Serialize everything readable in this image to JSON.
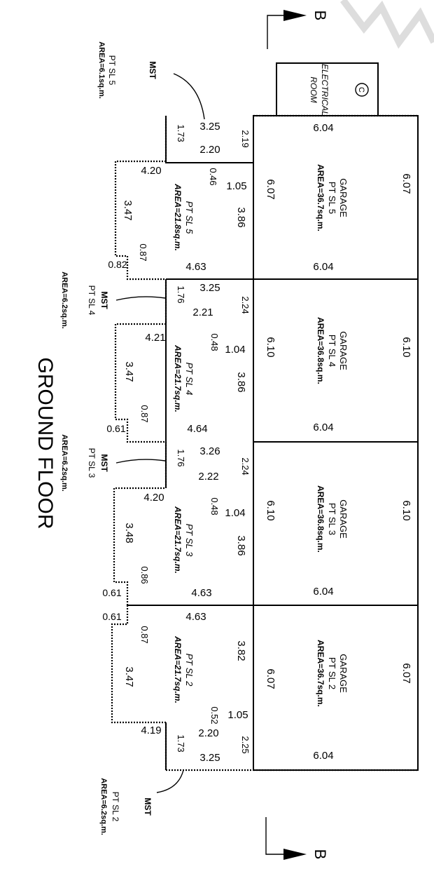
{
  "title": "GROUND FLOOR",
  "section_marker": "B",
  "electrical_room": {
    "line1": "ELECTRICAL",
    "line2": "ROOM",
    "symbol": "C"
  },
  "units": [
    {
      "id": "5",
      "garage": {
        "name": "GARAGE",
        "plot": "PT SL 5",
        "area": "AREA=36.7sq.m.",
        "dims": [
          "6.04",
          "6.07",
          "6.04",
          "6.07"
        ]
      },
      "room": {
        "plot": "PT SL 5",
        "area": "AREA=21.8sq.m.",
        "dims": [
          "4.20",
          "0.46",
          "1.05",
          "3.86",
          "3.47",
          "0.87",
          "0.82",
          "4.63"
        ]
      },
      "mst": {
        "label": "MST",
        "plot": "PT SL 5",
        "area": "AREA=6.1sq.m.",
        "dims": [
          "3.25",
          "2.19",
          "1.73",
          "2.20"
        ]
      }
    },
    {
      "id": "4",
      "garage": {
        "name": "GARAGE",
        "plot": "PT SL 4",
        "area": "AREA=36.8sq.m.",
        "dims": [
          "6.10",
          "6.10",
          "6.04"
        ]
      },
      "room": {
        "plot": "PT SL 4",
        "area": "AREA=21.7sq.m.",
        "dims": [
          "4.21",
          "0.48",
          "1.04",
          "3.86",
          "3.47",
          "0.87",
          "0.61",
          "4.64"
        ]
      },
      "mst": {
        "label": "MST",
        "plot": "PT SL 4",
        "area": "AREA=6.2sq.m.",
        "dims": [
          "3.25",
          "2.24",
          "1.76",
          "2.21"
        ]
      }
    },
    {
      "id": "3",
      "garage": {
        "name": "GARAGE",
        "plot": "PT SL 3",
        "area": "AREA=36.8sq.m.",
        "dims": [
          "6.10",
          "6.10",
          "6.04"
        ]
      },
      "room": {
        "plot": "PT SL 3",
        "area": "AREA=21.7sq.m.",
        "dims": [
          "4.20",
          "0.48",
          "1.04",
          "3.86",
          "3.48",
          "0.86",
          "0.61",
          "4.63"
        ]
      },
      "mst": {
        "label": "MST",
        "plot": "PT SL 3",
        "area": "AREA=6.2sq.m.",
        "dims": [
          "3.26",
          "2.24",
          "1.76",
          "2.22"
        ]
      }
    },
    {
      "id": "2",
      "garage": {
        "name": "GARAGE",
        "plot": "PT SL 2",
        "area": "AREA=36.7sq.m.",
        "dims": [
          "6.07",
          "6.07",
          "6.04"
        ]
      },
      "room": {
        "plot": "PT SL 2",
        "area": "AREA=21.7sq.m.",
        "dims": [
          "4.63",
          "3.82",
          "1.05",
          "0.52",
          "4.19",
          "3.47",
          "0.87",
          "0.61"
        ]
      },
      "mst": {
        "label": "MST",
        "plot": "PT SL 2",
        "area": "AREA=6.2sq.m.",
        "dims": [
          "2.20",
          "2.25",
          "1.73",
          "3.25"
        ]
      }
    }
  ]
}
